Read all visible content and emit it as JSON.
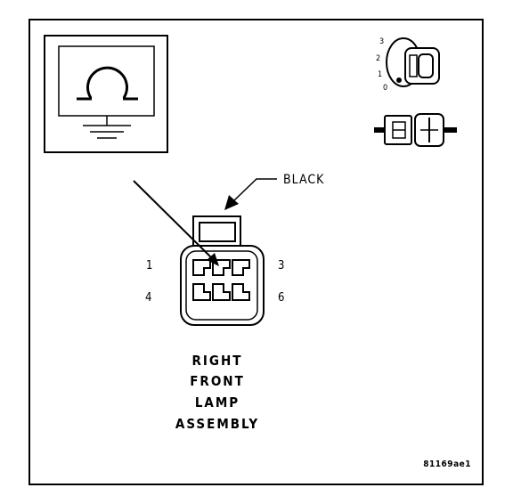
{
  "connector": {
    "color_label": "BLACK",
    "pins": {
      "top_left": "1",
      "top_right": "3",
      "bottom_left": "4",
      "bottom_right": "6"
    }
  },
  "ignition_key": {
    "positions": [
      "3",
      "2",
      "1",
      "0"
    ]
  },
  "component_name": {
    "line1": "RIGHT",
    "line2": "FRONT",
    "line3": "LAMP",
    "line4": "ASSEMBLY"
  },
  "figure_code": "81169ae1",
  "icons": {
    "meter": "ohmmeter-ground-icon",
    "key": "ignition-key-icon",
    "connector": "connector-disconnected-icon"
  }
}
